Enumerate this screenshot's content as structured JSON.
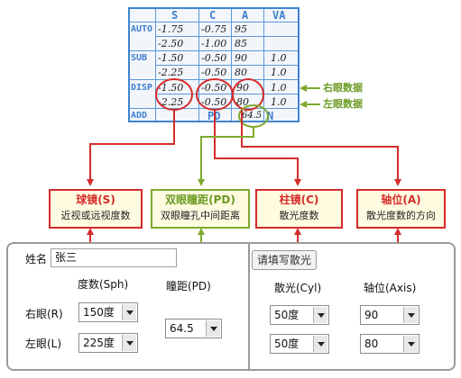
{
  "prescription": {
    "headers": [
      "S",
      "C",
      "A",
      "VA"
    ],
    "row_labels": [
      "AUTO",
      "SUB",
      "DISP",
      "ADD"
    ],
    "rows": [
      [
        "-1.75",
        "-0.75",
        "95",
        ""
      ],
      [
        "-2.50",
        "-1.00",
        "85",
        ""
      ],
      [
        "-1.50",
        "-0.50",
        "90",
        "1.0"
      ],
      [
        "-2.25",
        "-0.50",
        "80",
        "1.0"
      ],
      [
        "-1.50",
        "-0.50",
        "90",
        "1.0"
      ],
      [
        "-2.25",
        "-0.50",
        "80",
        "1.0"
      ]
    ],
    "pd_label": "PD",
    "pd_value": "64.5",
    "n_label": "N"
  },
  "legend": {
    "right_eye": "右眼数据",
    "left_eye": "左眼数据"
  },
  "boxes": {
    "sphere": {
      "title": "球镜(S)",
      "desc": "近视或远视度数"
    },
    "pd": {
      "title": "双眼瞳距(PD)",
      "desc": "双眼瞳孔中间距离"
    },
    "cylinder": {
      "title": "柱镜(C)",
      "desc": "散光度数"
    },
    "axis": {
      "title": "轴位(A)",
      "desc": "散光度数的方向"
    }
  },
  "form": {
    "name_label": "姓名",
    "name_value": "张三",
    "fill_button": "请填写散光",
    "sph_header": "度数(Sph)",
    "pd_header": "瞳距(PD)",
    "cyl_header": "散光(Cyl)",
    "axis_header": "轴位(Axis)",
    "right_eye_label": "右眼(R)",
    "left_eye_label": "左眼(L)",
    "right_sph": "150度",
    "left_sph": "225度",
    "pd_value": "64.5",
    "right_cyl": "50度",
    "left_cyl": "50度",
    "right_axis": "90",
    "left_axis": "80"
  },
  "colors": {
    "accent_red": "#d52b2b",
    "accent_green": "#7ea92f",
    "slip_blue": "#3f84cf",
    "box_fill": "#fffbe0"
  }
}
